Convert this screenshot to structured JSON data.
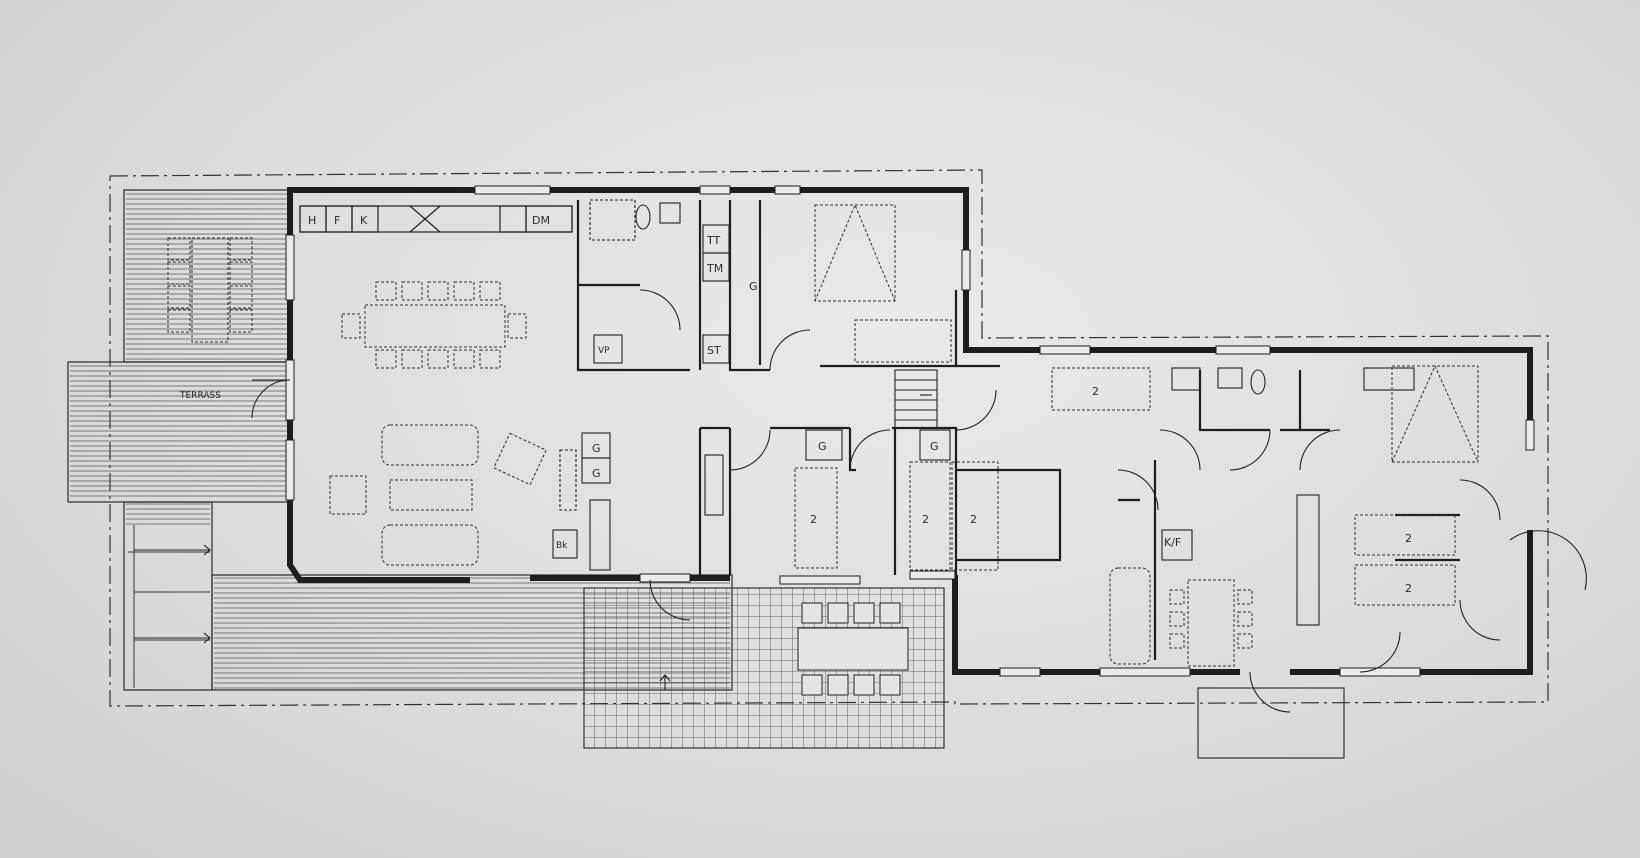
{
  "labels": {
    "terrace": "TERRASS",
    "hall_h": "H",
    "hall_f": "F",
    "hall_k": "K",
    "dm": "DM",
    "tt": "TT",
    "tm": "TM",
    "st": "ST",
    "vp": "VP",
    "g_closet_main": "G",
    "g_living_1": "G",
    "g_living_2": "G",
    "g_bed_1": "G",
    "g_bed_2": "G",
    "bk": "Bk",
    "kf": "K/F",
    "bed_single_1": "2",
    "bed_single_2": "2",
    "bed_single_3": "2",
    "bed_single_4": "2",
    "bed_single_5": "2",
    "bed_single_6": "2"
  },
  "colors": {
    "paper": "#e4e4e2",
    "ink": "#222222",
    "wall": "#1e1e1e"
  }
}
